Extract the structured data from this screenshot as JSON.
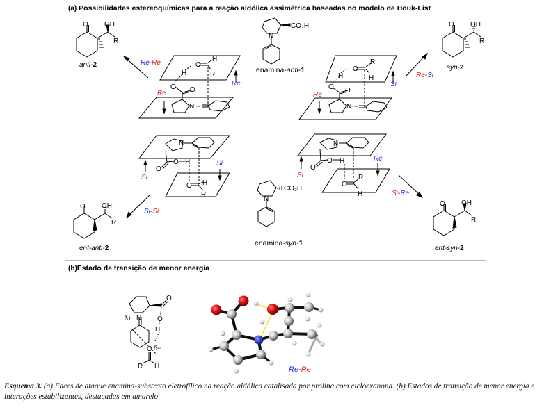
{
  "figure": {
    "part_a": {
      "label": "(a)",
      "title": "Possibilidades estereoquímicas para a reação aldólica assimétrica baseadas no modelo de Houk-List",
      "enamines": {
        "anti": {
          "prefix": "enamina-",
          "italic": "anti",
          "suffix": "-",
          "number": "1",
          "substituent": "CO₂H"
        },
        "syn": {
          "prefix": "enamina-",
          "italic": "syn",
          "suffix": "-",
          "number": "1",
          "substituent": "CO₂H"
        }
      },
      "products": {
        "anti": {
          "italic": "anti-",
          "number": "2",
          "atoms": [
            "O",
            "OH",
            "R"
          ]
        },
        "syn": {
          "italic": "syn-",
          "number": "2",
          "atoms": [
            "O",
            "OH",
            "R"
          ]
        },
        "ent_anti": {
          "italic": "ent-anti-",
          "number": "2",
          "atoms": [
            "O",
            "OH",
            "R"
          ]
        },
        "ent_syn": {
          "italic": "ent-syn-",
          "number": "2",
          "atoms": [
            "O",
            "OH",
            "R"
          ]
        }
      },
      "pathways": {
        "top_left": {
          "face1": "Re",
          "face2": "Re",
          "face1_color": "#2a2ae0",
          "face2_color": "#e02020"
        },
        "top_right": {
          "face1": "Re",
          "face2": "Si",
          "face1_color": "#e02020",
          "face2_color": "#2a2ae0"
        },
        "bottom_left": {
          "face1": "Si",
          "face2": "Si",
          "face1_color": "#2a2ae0",
          "face2_color": "#e02020"
        },
        "bottom_right": {
          "face1": "Si",
          "face2": "Re",
          "face1_color": "#e02020",
          "face2_color": "#2a2ae0"
        }
      },
      "ts_labels": {
        "tl_enamine_face": "Re",
        "tl_aldehyde_face": "Re",
        "tr_enamine_face": "Re",
        "tr_aldehyde_face": "Si",
        "bl_enamine_face": "Si",
        "bl_aldehyde_face": "Si",
        "br_enamine_face": "Si",
        "br_aldehyde_face": "Re"
      },
      "atoms": {
        "O": "O",
        "H": "H",
        "R": "R",
        "N": "N"
      }
    },
    "part_b": {
      "label": "(b)",
      "title": "Estado de transição de menor energia",
      "delta_plus": "δ+",
      "delta_minus": "δ−",
      "model_label": {
        "face1": "Re",
        "face2": "Re",
        "face1_color": "#2a2ae0",
        "face2_color": "#e02020"
      }
    },
    "colors": {
      "red_face": "#e02020",
      "blue_face": "#2a2ae0",
      "hbond": "#f0e020",
      "oxygen": "#e01010",
      "nitrogen": "#3040d0",
      "carbon": "#b8b8b8"
    }
  },
  "caption": {
    "label": "Esquema 3.",
    "text": " (a) Faces de ataque enamina-substrato eletrofílico na reação aldólica catalisada por prolina com cicloexanona. (b) Estados de transição de menor energia e interações estabilizantes, destacadas em amarelo"
  }
}
